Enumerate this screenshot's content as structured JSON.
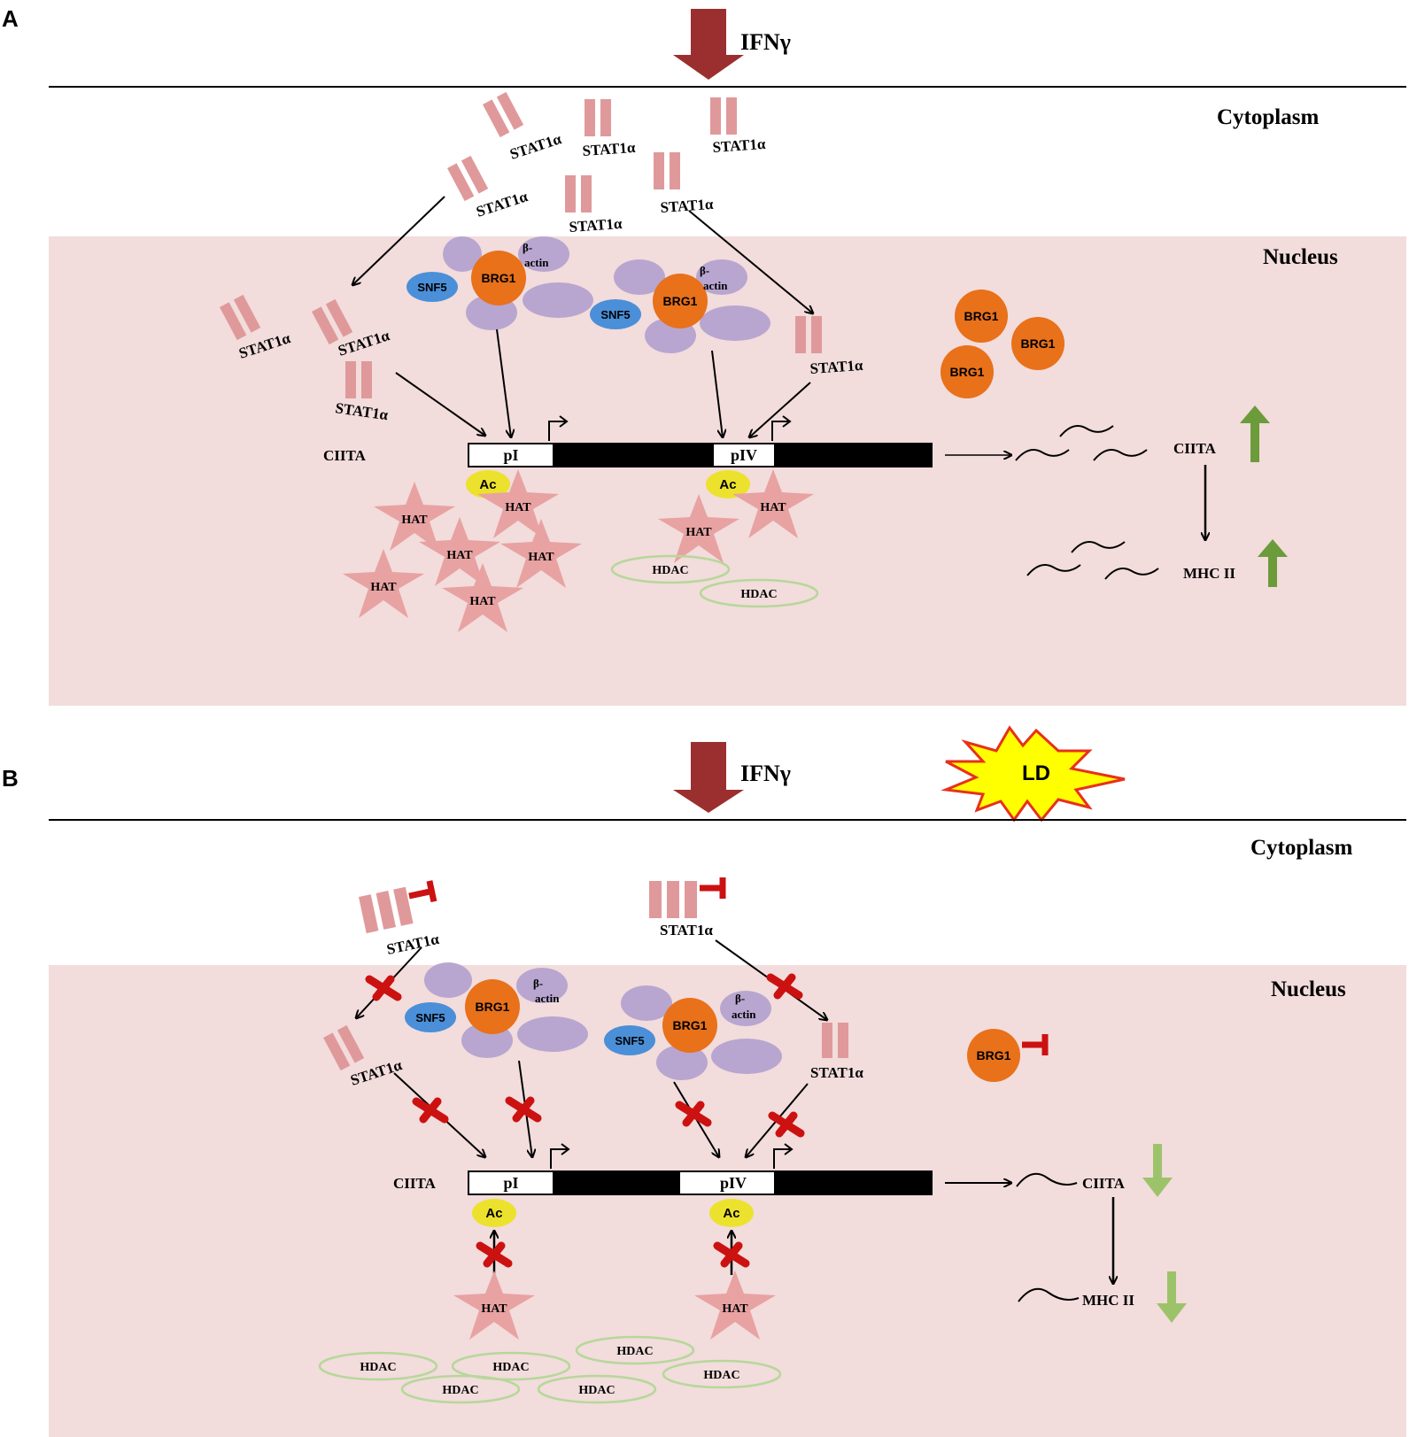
{
  "panel_a": {
    "label": "A",
    "signal": "IFNγ",
    "cytoplasm": "Cytoplasm",
    "nucleus": "Nucleus",
    "stat": "STAT1α",
    "brg1": "BRG1",
    "snf5": "SNF5",
    "beta_actin_1": "β-",
    "beta_actin_2": "actin",
    "gene": "CIITA",
    "promoter_1": "pI",
    "promoter_2": "pIV",
    "ac": "Ac",
    "hat": "HAT",
    "hdac": "HDAC",
    "out_ciita": "CIITA",
    "out_mhc": "MHC II"
  },
  "panel_b": {
    "label": "B",
    "signal": "IFNγ",
    "drug": "LD",
    "cytoplasm": "Cytoplasm",
    "nucleus": "Nucleus",
    "stat": "STAT1α",
    "brg1": "BRG1",
    "snf5": "SNF5",
    "beta_actin_1": "β-",
    "beta_actin_2": "actin",
    "gene": "CIITA",
    "promoter_1": "pI",
    "promoter_2": "pIV",
    "ac": "Ac",
    "hat": "HAT",
    "hdac": "HDAC",
    "out_ciita": "CIITA",
    "out_mhc": "MHC II"
  },
  "colors": {
    "nucleus_fill": "#f2dcdc",
    "stat_fill": "#e0999a",
    "hat_fill": "#e8a2a2",
    "brg1_fill": "#e8711a",
    "snf5_fill": "#4a8fd8",
    "complex_fill": "#b8a6d0",
    "ac_fill": "#ece22e",
    "hdac_stroke": "#b7d79a",
    "ifn_arrow": "#9b2f2f",
    "inhibit_red": "#cc1111",
    "up_green": "#6b9b3a",
    "down_green": "#9dc36a",
    "ld_fill": "#ffff00",
    "ld_stroke": "#e8301c"
  }
}
